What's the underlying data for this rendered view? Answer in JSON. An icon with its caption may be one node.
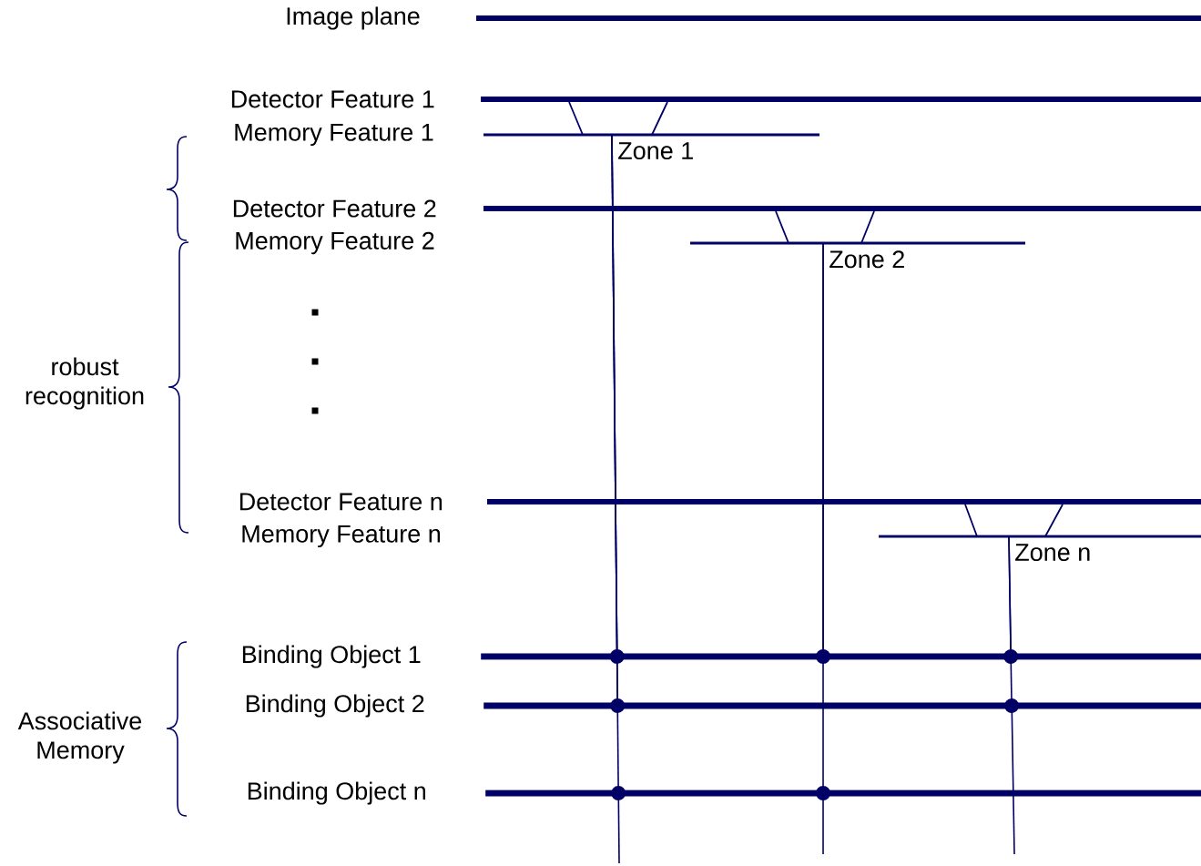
{
  "diagram": {
    "nodes": [
      {
        "text": [
          "Image plane"
        ]
      },
      {
        "text": [
          "Detector Feature 1"
        ]
      },
      {
        "text": [
          "Memory Feature 1"
        ]
      },
      {
        "text": [
          "Zone 1"
        ]
      },
      {
        "text": [
          "Detector Feature 2"
        ]
      },
      {
        "text": [
          "Memory Feature 2"
        ]
      },
      {
        "text": [
          "Zone 2"
        ]
      },
      {
        "text": [
          "Detector Feature n"
        ]
      },
      {
        "text": [
          "Memory Feature n"
        ]
      },
      {
        "text": [
          "Zone n"
        ]
      },
      {
        "text": [
          "Binding Object 1"
        ]
      },
      {
        "text": [
          "Binding Object 2"
        ]
      },
      {
        "text": [
          "Binding Object n"
        ]
      }
    ],
    "edges": [
      {
        "from": 3,
        "to": 10,
        "arrow": "other"
      },
      {
        "from": 3,
        "to": 11,
        "arrow": "other"
      },
      {
        "from": 3,
        "to": 12,
        "arrow": "other"
      },
      {
        "from": 6,
        "to": 10,
        "arrow": "other"
      },
      {
        "from": 6,
        "to": 12,
        "arrow": "other"
      },
      {
        "from": 9,
        "to": 10,
        "arrow": "other"
      },
      {
        "from": 9,
        "to": 11,
        "arrow": "other"
      }
    ],
    "labels": [
      "robust recognition",
      "Associative Memory"
    ]
  }
}
